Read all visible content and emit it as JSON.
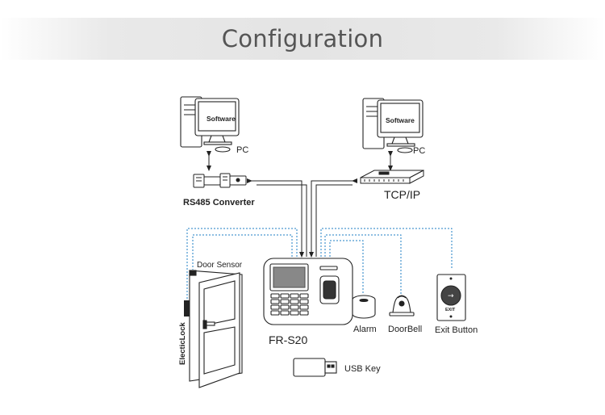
{
  "header": {
    "title": "Configuration"
  },
  "left_pc": {
    "screen_text": "Software",
    "label": "PC"
  },
  "right_pc": {
    "screen_text": "Software",
    "label": "PC"
  },
  "converter": {
    "label": "RS485 Converter"
  },
  "switch": {
    "label": "TCP/IP"
  },
  "terminal": {
    "label": "FR-S20"
  },
  "door_sensor": {
    "label": "Door Sensor"
  },
  "electric_lock": {
    "label": "ElecticLock"
  },
  "alarm": {
    "label": "Alarm"
  },
  "doorbell": {
    "label": "DoorBell"
  },
  "exit_button": {
    "label": "Exit Button",
    "face_text": "EXIT",
    "icon_text": "→"
  },
  "usb_key": {
    "label": "USB Key"
  },
  "colors": {
    "wire": "#1f7fc4",
    "line": "#222222",
    "header_bg": "#e6e6e6",
    "title": "#555555"
  }
}
